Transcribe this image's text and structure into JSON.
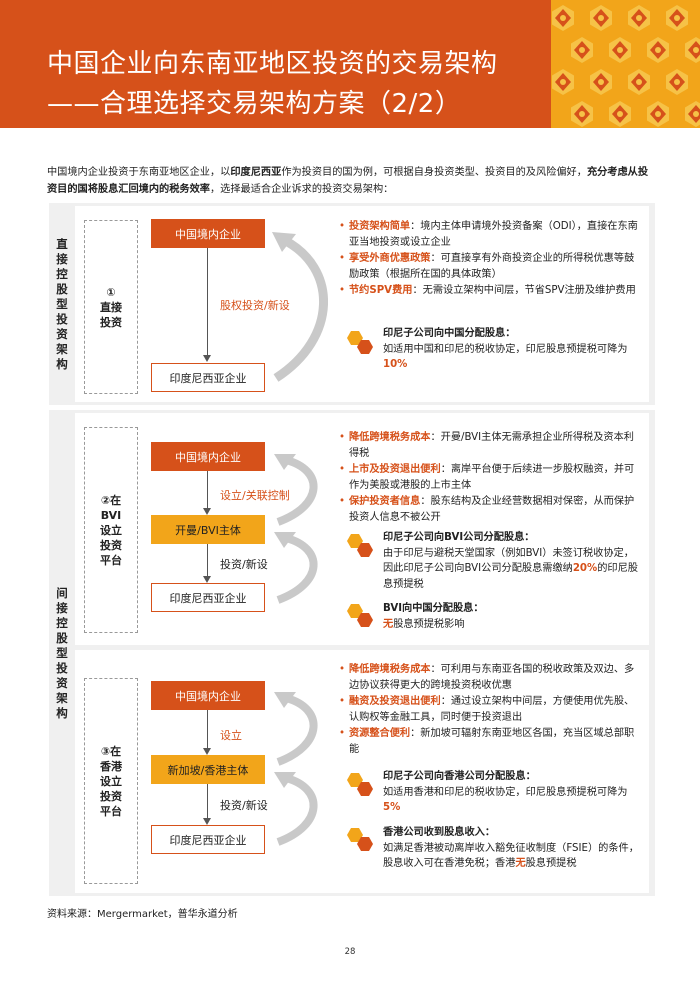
{
  "header": {
    "title_line1": "中国企业向东南亚地区投资的交易架构",
    "title_line2": "——合理选择交易架构方案（2/2）"
  },
  "intro": {
    "part1": "中国境内企业投资于东南亚地区企业，以",
    "bold1": "印度尼西亚",
    "part2": "作为投资目的国为例，可根据自身投资类型、投资目的及风险偏好，",
    "bold2": "充分考虑从投资目的国将股息汇回境内的税务效率",
    "part3": "，选择最适合企业诉求的投资交易架构："
  },
  "sections": {
    "direct": {
      "side_label": "直接控股型投资架构",
      "box_num": "①",
      "box_label": "直接投资",
      "top_node": "中国境内企业",
      "bottom_node": "印度尼西亚企业",
      "edge1": "股权投资/新设",
      "bullets": [
        {
          "hl": "投资架构简单",
          "rest": "：境内主体申请境外投资备案（ODI），直接在东南亚当地投资或设立企业"
        },
        {
          "hl": "享受外商优惠政策",
          "rest": "：可直接享有外商投资企业的所得税优惠等鼓励政策（根据所在国的具体政策）"
        },
        {
          "hl": "节约SPV费用",
          "rest": "：无需设立架构中间层，节省SPV注册及维护费用"
        }
      ],
      "div1_title": "印尼子公司向中国分配股息：",
      "div1_text": "如适用中国和印尼的税收协定，印尼股息预提税可降为",
      "div1_hl": "10%"
    },
    "indirect_label": "间接控股型投资架构",
    "bvi": {
      "box_num": "②在",
      "box_label1": "BVI",
      "box_label2": "设立投资平台",
      "top_node": "中国境内企业",
      "mid_node": "开曼/BVI主体",
      "bottom_node": "印度尼西亚企业",
      "edge1": "设立/关联控制",
      "edge2": "投资/新设",
      "bullets": [
        {
          "hl": "降低跨境税务成本",
          "rest": "：开曼/BVI主体无需承担企业所得税及资本利得税"
        },
        {
          "hl": "上市及投资退出便利",
          "rest": "：离岸平台便于后续进一步股权融资，并可作为美股或港股的上市主体"
        },
        {
          "hl": "保护投资者信息",
          "rest": "：股东结构及企业经营数据相对保密，从而保护投资人信息不被公开"
        }
      ],
      "div1_title": "印尼子公司向BVI公司分配股息：",
      "div1_text": "由于印尼与避税天堂国家（例如BVI）未签订税收协定，因此印尼子公司向BVI公司分配股息需缴纳",
      "div1_hl": "20%",
      "div1_tail": "的印尼股息预提税",
      "div2_title": "BVI向中国分配股息：",
      "div2_hl": "无",
      "div2_text": "股息预提税影响"
    },
    "hk": {
      "box_num": "③在",
      "box_label": "香港设立投资平台",
      "top_node": "中国境内企业",
      "mid_node": "新加坡/香港主体",
      "bottom_node": "印度尼西亚企业",
      "edge1": "设立",
      "edge2": "投资/新设",
      "bullets": [
        {
          "hl": "降低跨境税务成本",
          "rest": "：可利用与东南亚各国的税收政策及双边、多边协议获得更大的跨境投资税收优惠"
        },
        {
          "hl": "融资及投资退出便利",
          "rest": "：通过设立架构中间层，方便使用优先股、认购权等金融工具，同时便于投资退出"
        },
        {
          "hl": "资源整合便利",
          "rest": "：新加坡可辐射东南亚地区各国，充当区域总部职能"
        }
      ],
      "div1_title": "印尼子公司向香港公司分配股息：",
      "div1_text": "如适用香港和印尼的税收协定，印尼股息预提税可降为",
      "div1_hl": "5%",
      "div2_title": "香港公司收到股息收入：",
      "div2_text": "如满足香港被动离岸收入豁免征收制度（FSIE）的条件，股息收入可在香港免税；香港",
      "div2_hl": "无",
      "div2_tail": "股息预提税"
    }
  },
  "footer": {
    "source": "资料来源：Mergermarket，普华永道分析",
    "page_number": "28"
  },
  "colors": {
    "orange": "#d6511a",
    "yellow": "#f2a51a",
    "gray_bg": "#f0f0f0"
  }
}
